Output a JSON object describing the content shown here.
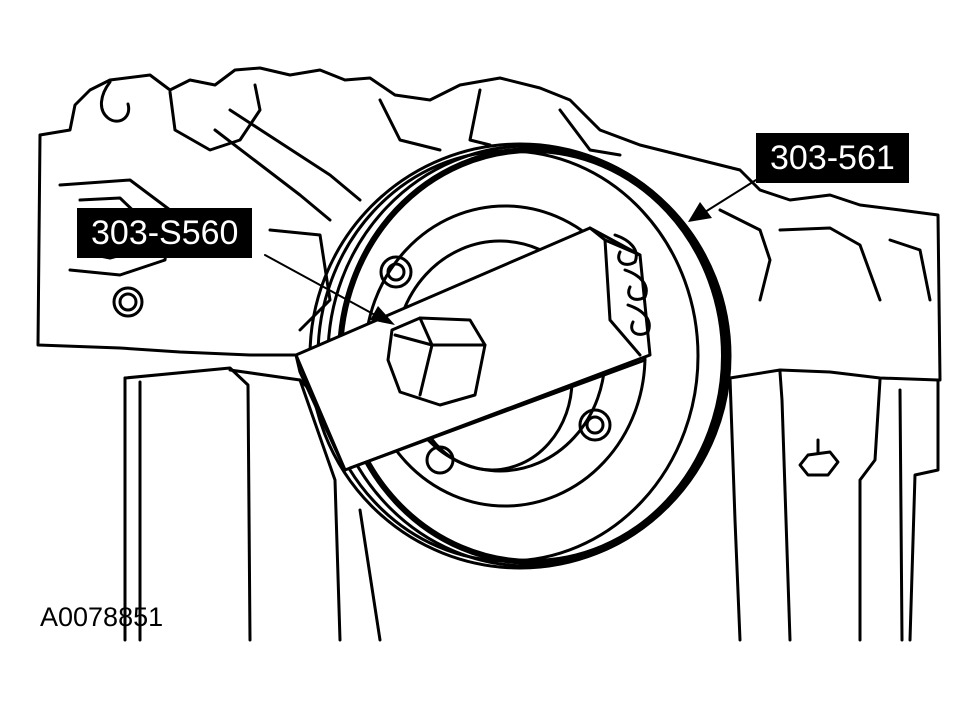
{
  "callouts": {
    "holding_tool": "303-S560",
    "pulley_tool": "303-561"
  },
  "figure_id": "A0078851"
}
